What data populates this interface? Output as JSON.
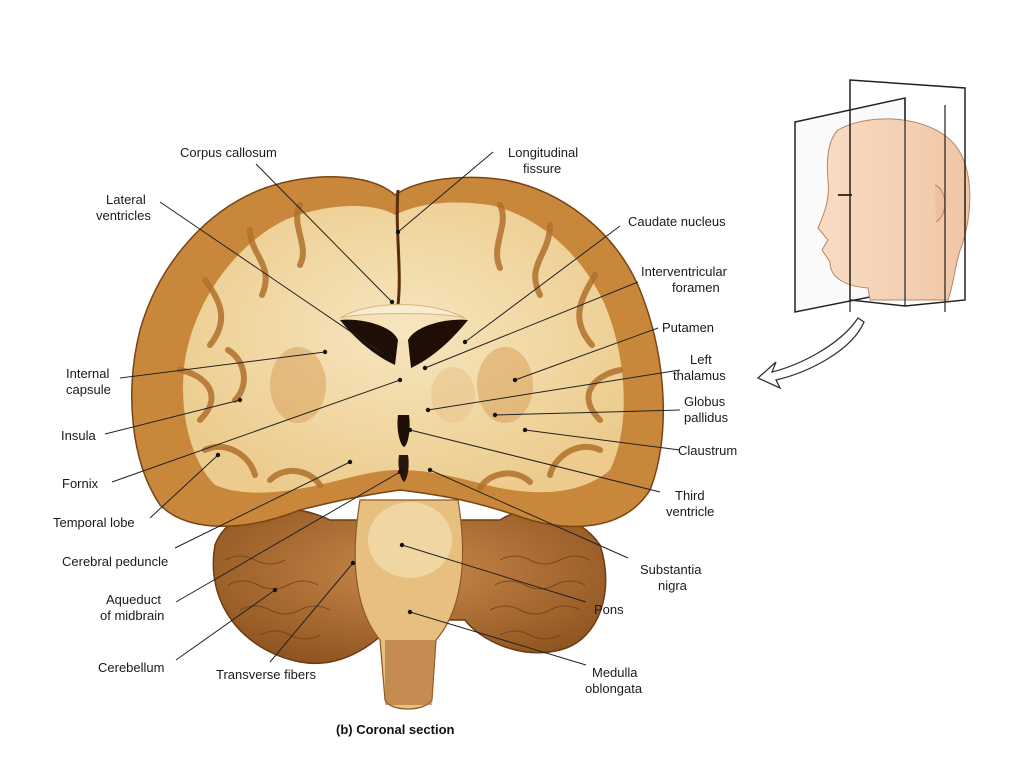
{
  "caption": "(b) Coronal section",
  "labels": {
    "corpus_callosum": "Corpus callosum",
    "longitudinal_fissure": [
      "Longitudinal",
      "fissure"
    ],
    "lateral_ventricles": [
      "Lateral",
      "ventricles"
    ],
    "caudate_nucleus": "Caudate nucleus",
    "interventricular_foramen": [
      "Interventricular",
      "foramen"
    ],
    "putamen": "Putamen",
    "internal_capsule": [
      "Internal",
      "capsule"
    ],
    "left_thalamus": [
      "Left",
      "thalamus"
    ],
    "globus_pallidus": [
      "Globus",
      "pallidus"
    ],
    "insula": "Insula",
    "claustrum": "Claustrum",
    "fornix": "Fornix",
    "third_ventricle": [
      "Third",
      "ventricle"
    ],
    "temporal_lobe": "Temporal lobe",
    "cerebral_peduncle": "Cerebral peduncle",
    "substantia_nigra": [
      "Substantia",
      "nigra"
    ],
    "aqueduct_of_midbrain": [
      "Aqueduct",
      "of midbrain"
    ],
    "pons": "Pons",
    "cerebellum": "Cerebellum",
    "transverse_fibers": "Transverse fibers",
    "medulla_oblongata": [
      "Medulla",
      "oblongata"
    ]
  },
  "colors": {
    "white_matter": "#f2d7a0",
    "gray_matter": "#c98a3c",
    "ventricle": "#1e0e06",
    "cerebellum": "#b4732e"
  }
}
